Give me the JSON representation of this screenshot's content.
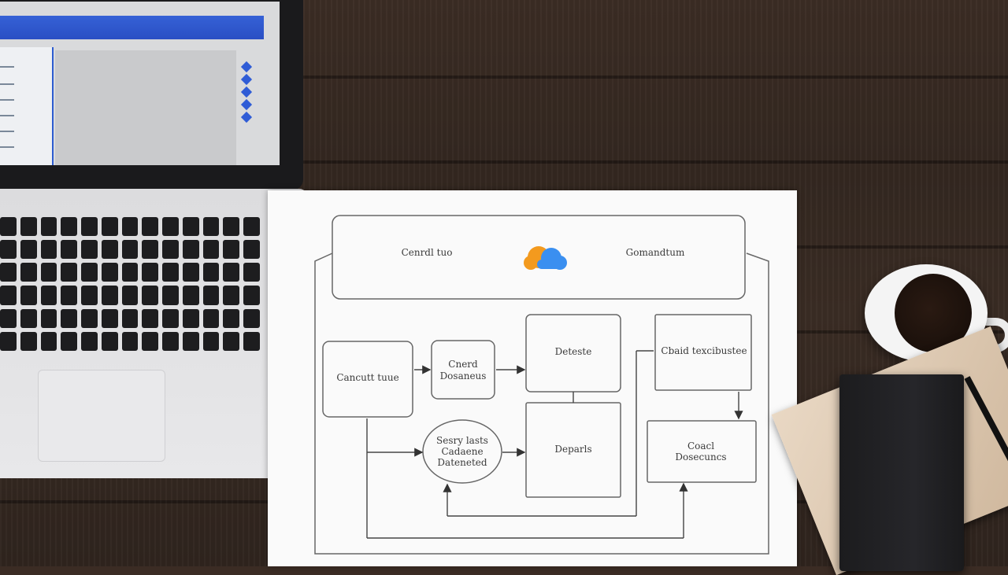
{
  "scene": {
    "laptop": {
      "screen_accent": "#2d5cd0"
    },
    "diagram": {
      "top_left_label": "Cenrdl tuo",
      "top_right_label": "Gomandtum",
      "cloud_icon": "cloud-icon",
      "cloud_colors": [
        "#f39a1e",
        "#3a8ff0"
      ],
      "nodes": {
        "left": "Cancutt tuue",
        "middle_top_line1": "Cnerd",
        "middle_top_line2": "Dosaneus",
        "center_top": "Deteste",
        "center_bottom": "Deparls",
        "ellipse_line1": "Sesry lasts",
        "ellipse_line2": "Cadaene",
        "ellipse_line3": "Dateneted",
        "right_top": "Cbaid texcibustee",
        "right_bottom_line1": "Coacl",
        "right_bottom_line2": "Dosecuncs"
      }
    }
  }
}
